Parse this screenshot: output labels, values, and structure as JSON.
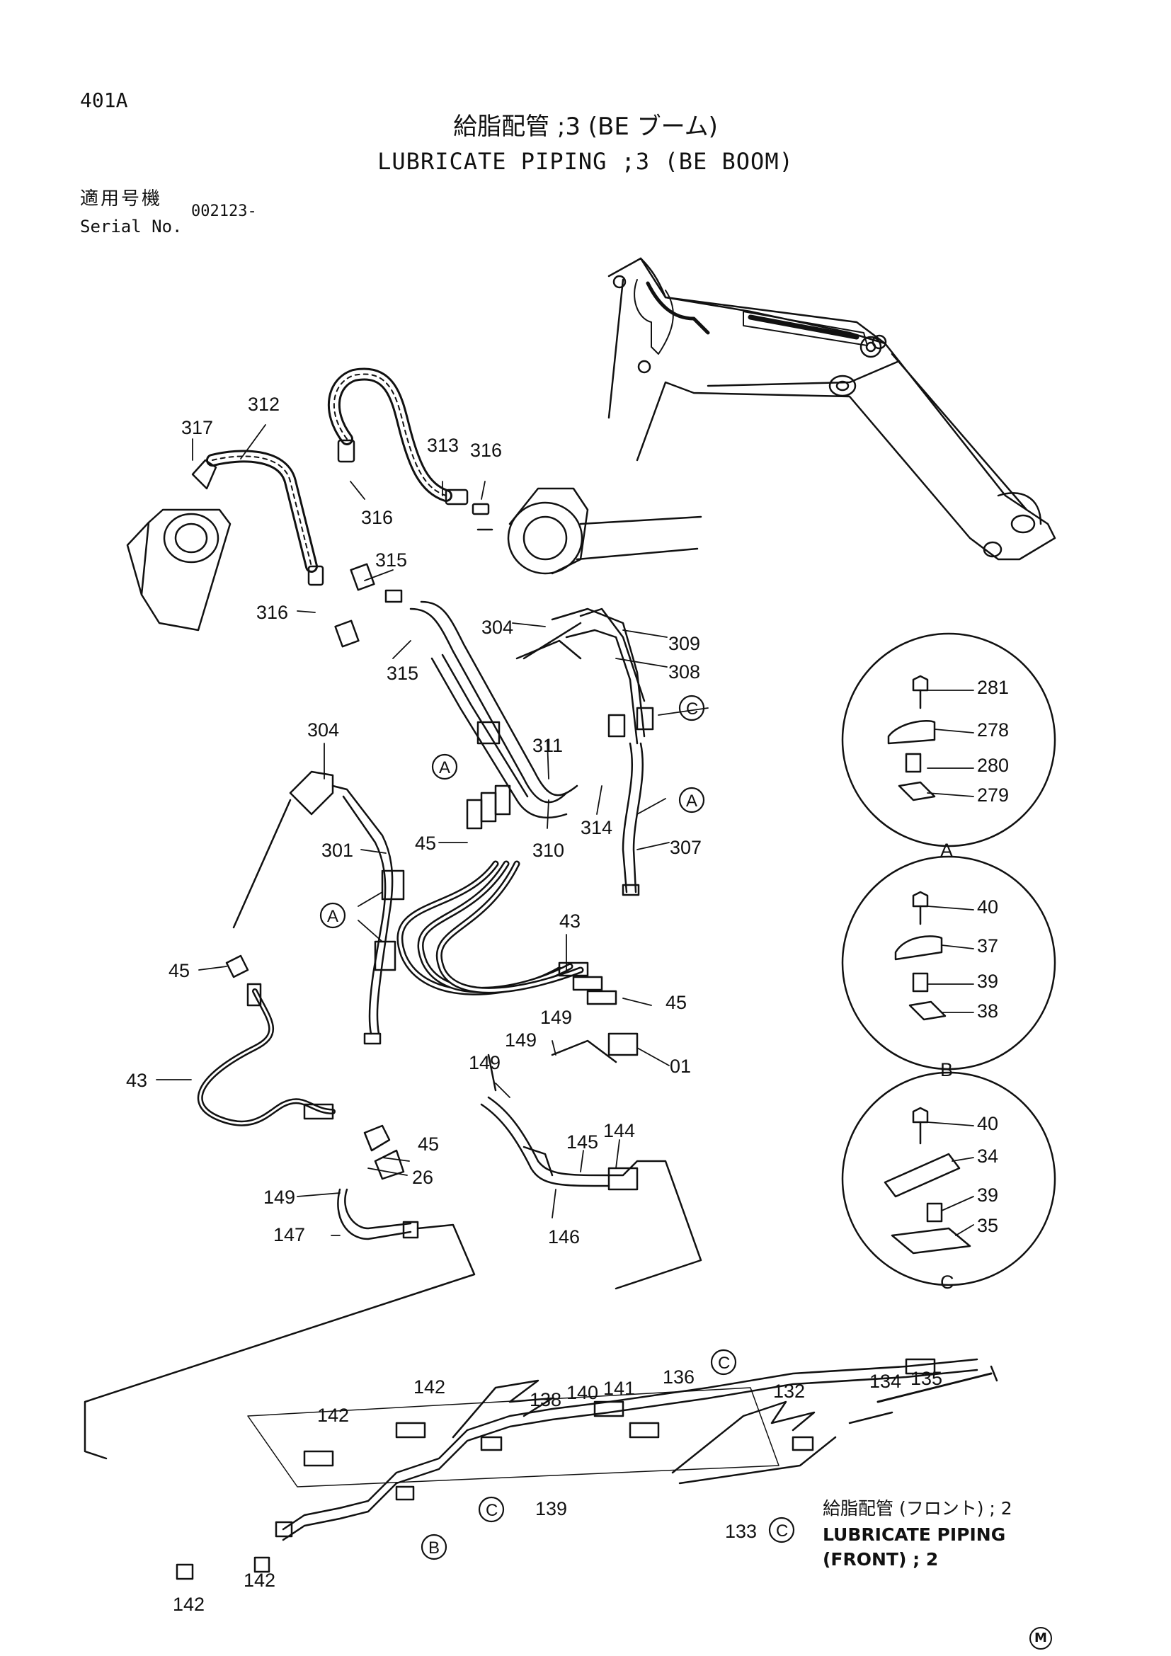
{
  "header": {
    "page_code": "401A",
    "title_jp": "給脂配管 ;3 (BE ブーム)",
    "title_en": "LUBRICATE PIPING ;3 (BE BOOM)",
    "serial_label_jp": "適用号機",
    "serial_label_en": "Serial No.",
    "serial_value": "002123-"
  },
  "detail_views": [
    {
      "label": "A",
      "parts": [
        "281",
        "278",
        "280",
        "279"
      ]
    },
    {
      "label": "B",
      "parts": [
        "40",
        "37",
        "39",
        "38"
      ]
    },
    {
      "label": "C",
      "parts": [
        "40",
        "34",
        "39",
        "35"
      ]
    }
  ],
  "callouts": {
    "p317": "317",
    "p312": "312",
    "p313": "313",
    "p316a": "316",
    "p316b": "316",
    "p316c": "316",
    "p315a": "315",
    "p315b": "315",
    "p304a": "304",
    "p304b": "304",
    "p309": "309",
    "p308": "308",
    "p311": "311",
    "p310": "310",
    "p314": "314",
    "p307": "307",
    "p301": "301",
    "p45a": "45",
    "p45b": "45",
    "p45c": "45",
    "p45d": "45",
    "p43a": "43",
    "p43b": "43",
    "p149a": "149",
    "p149b": "149",
    "p149c": "149",
    "p149d": "149",
    "p01": "01",
    "p145": "145",
    "p144": "144",
    "p146": "146",
    "p26": "26",
    "p147": "147",
    "p142a": "142",
    "p142b": "142",
    "p142c": "142",
    "p142d": "142",
    "p138": "138",
    "p140": "140",
    "p141": "141",
    "p139": "139",
    "p136": "136",
    "p132": "132",
    "p134": "134",
    "p135": "135",
    "p133": "133"
  },
  "circle_refs": {
    "A": "A",
    "B": "B",
    "C": "C"
  },
  "note": {
    "jp": "給脂配管 (フロント) ; 2",
    "en_line1": "LUBRICATE PIPING",
    "en_line2": "(FRONT) ; 2"
  },
  "mark": "M"
}
